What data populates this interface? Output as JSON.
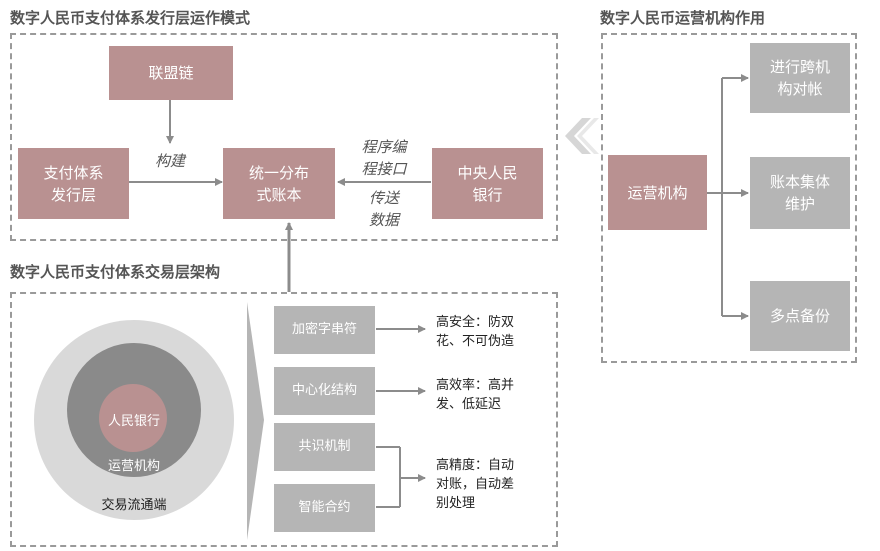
{
  "sections": {
    "issuance_title": "数字人民币支付体系发行层运作模式",
    "operator_title": "数字人民币运营机构作用",
    "trading_title": "数字人民币支付体系交易层架构"
  },
  "issuance": {
    "alliance_chain": "联盟链",
    "payment_issuance": "支付体系\n发行层",
    "ledger": "统一分布\n式账本",
    "central_bank": "中央人民\n银行",
    "build_label": "构建",
    "api_label": "程序编\n程接口",
    "transfer_label": "传送\n数据"
  },
  "operator": {
    "main": "运营机构",
    "items": [
      "进行跨机\n构对帐",
      "账本集体\n维护",
      "多点备份"
    ]
  },
  "trading": {
    "rings": {
      "inner": "人民银行",
      "middle": "运营机构",
      "outer": "交易流通端"
    },
    "features": [
      "加密字串符",
      "中心化结构",
      "共识机制",
      "智能合约"
    ],
    "benefits": [
      "高安全：防双\n花、不可伪造",
      "高效率：高并\n发、低延迟",
      "高精度：自动\n对账，自动差\n别处理"
    ]
  },
  "colors": {
    "rose": "#b99191",
    "grey": "#b5b5b5",
    "arrow": "#8c8c8c",
    "dashed": "#9a9a9a"
  }
}
